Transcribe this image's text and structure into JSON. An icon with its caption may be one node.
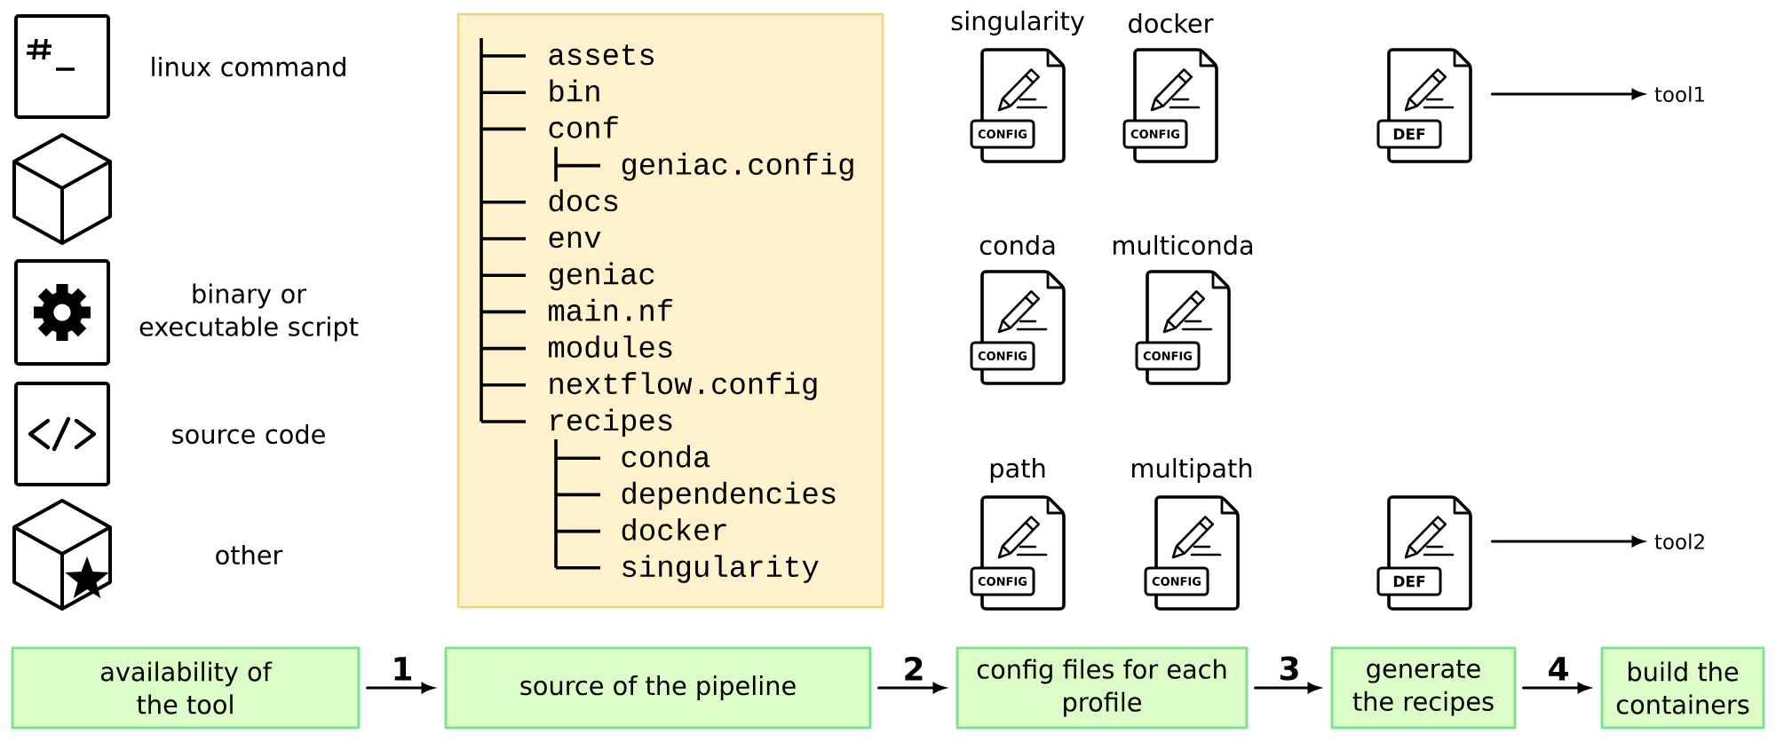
{
  "diagram": {
    "nodes": [
      {
        "text": [
          "assets",
          "bin",
          "conf",
          "geniac.config",
          "docs",
          "env",
          "geniac",
          "main.nf",
          "modules",
          "nextflow.config",
          "recipes",
          "conda",
          "dependencies",
          "docker",
          "singularity"
        ]
      },
      {
        "text": [
          "CONFIG"
        ],
        "beside": [
          "singularity"
        ]
      },
      {
        "text": [
          "CONFIG"
        ],
        "beside": [
          "docker"
        ]
      },
      {
        "text": [
          "DEF"
        ]
      },
      {
        "text": [
          "tool1"
        ]
      },
      {
        "text": [
          "CONFIG"
        ],
        "beside": [
          "conda"
        ]
      },
      {
        "text": [
          "CONFIG"
        ],
        "beside": [
          "multiconda"
        ]
      },
      {
        "text": [
          "CONFIG"
        ],
        "beside": [
          "path"
        ]
      },
      {
        "text": [
          "CONFIG"
        ],
        "beside": [
          "multipath"
        ]
      },
      {
        "text": [
          "DEF"
        ]
      },
      {
        "text": [
          "tool2"
        ]
      },
      {
        "text": [
          "availability of the tool"
        ]
      },
      {
        "text": [
          "source of the pipeline"
        ]
      },
      {
        "text": [
          "config files for each profile"
        ]
      },
      {
        "text": [
          "generate the recipes"
        ]
      },
      {
        "text": [
          "build the containers"
        ]
      }
    ],
    "edges": [
      {
        "from": 3,
        "to": 4,
        "arrow": "to"
      },
      {
        "from": 9,
        "to": 10,
        "arrow": "to"
      },
      {
        "from": 11,
        "to": 12,
        "arrow": "to",
        "label": "1"
      },
      {
        "from": 12,
        "to": 13,
        "arrow": "to",
        "label": "2"
      },
      {
        "from": 13,
        "to": 14,
        "arrow": "to",
        "label": "3"
      },
      {
        "from": 14,
        "to": 15,
        "arrow": "to",
        "label": "4"
      }
    ],
    "legend": [
      {
        "text": "linux command"
      },
      {
        "text": "binary or executable script"
      },
      {
        "text": "source code"
      },
      {
        "text": "other"
      }
    ]
  }
}
